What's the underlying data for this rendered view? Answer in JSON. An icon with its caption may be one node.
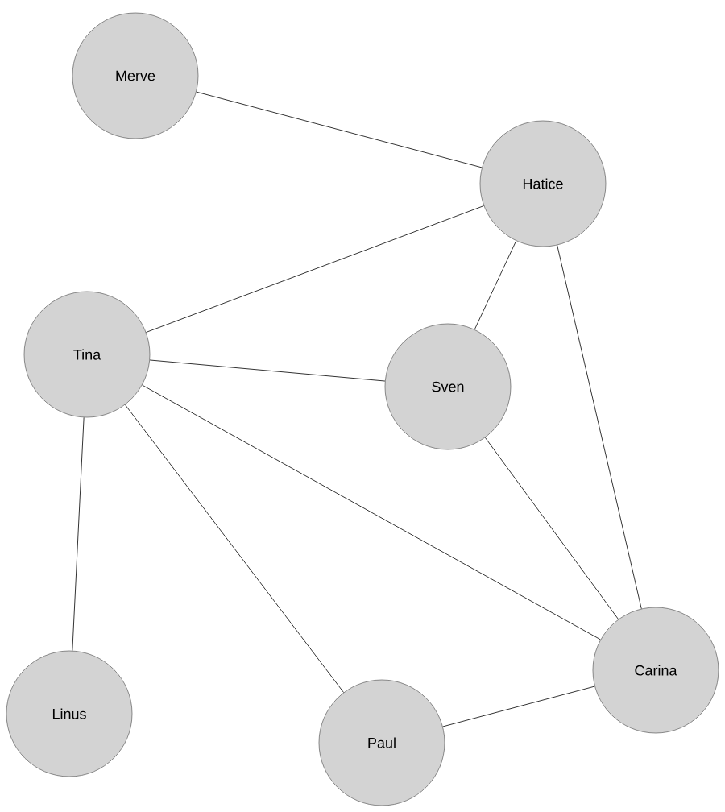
{
  "diagram": {
    "nodes": [
      {
        "text": [
          "Merve"
        ]
      },
      {
        "text": [
          "Hatice"
        ]
      },
      {
        "text": [
          "Tina"
        ]
      },
      {
        "text": [
          "Sven"
        ]
      },
      {
        "text": [
          "Linus"
        ]
      },
      {
        "text": [
          "Paul"
        ]
      },
      {
        "text": [
          "Carina"
        ]
      }
    ],
    "edges": [
      {
        "from": 0,
        "to": 1,
        "arrow": "none"
      },
      {
        "from": 1,
        "to": 2,
        "arrow": "none"
      },
      {
        "from": 1,
        "to": 3,
        "arrow": "none"
      },
      {
        "from": 1,
        "to": 6,
        "arrow": "none"
      },
      {
        "from": 2,
        "to": 3,
        "arrow": "none"
      },
      {
        "from": 2,
        "to": 6,
        "arrow": "none"
      },
      {
        "from": 2,
        "to": 4,
        "arrow": "none"
      },
      {
        "from": 2,
        "to": 5,
        "arrow": "none"
      },
      {
        "from": 3,
        "to": 6,
        "arrow": "none"
      },
      {
        "from": 5,
        "to": 6,
        "arrow": "none"
      }
    ]
  }
}
